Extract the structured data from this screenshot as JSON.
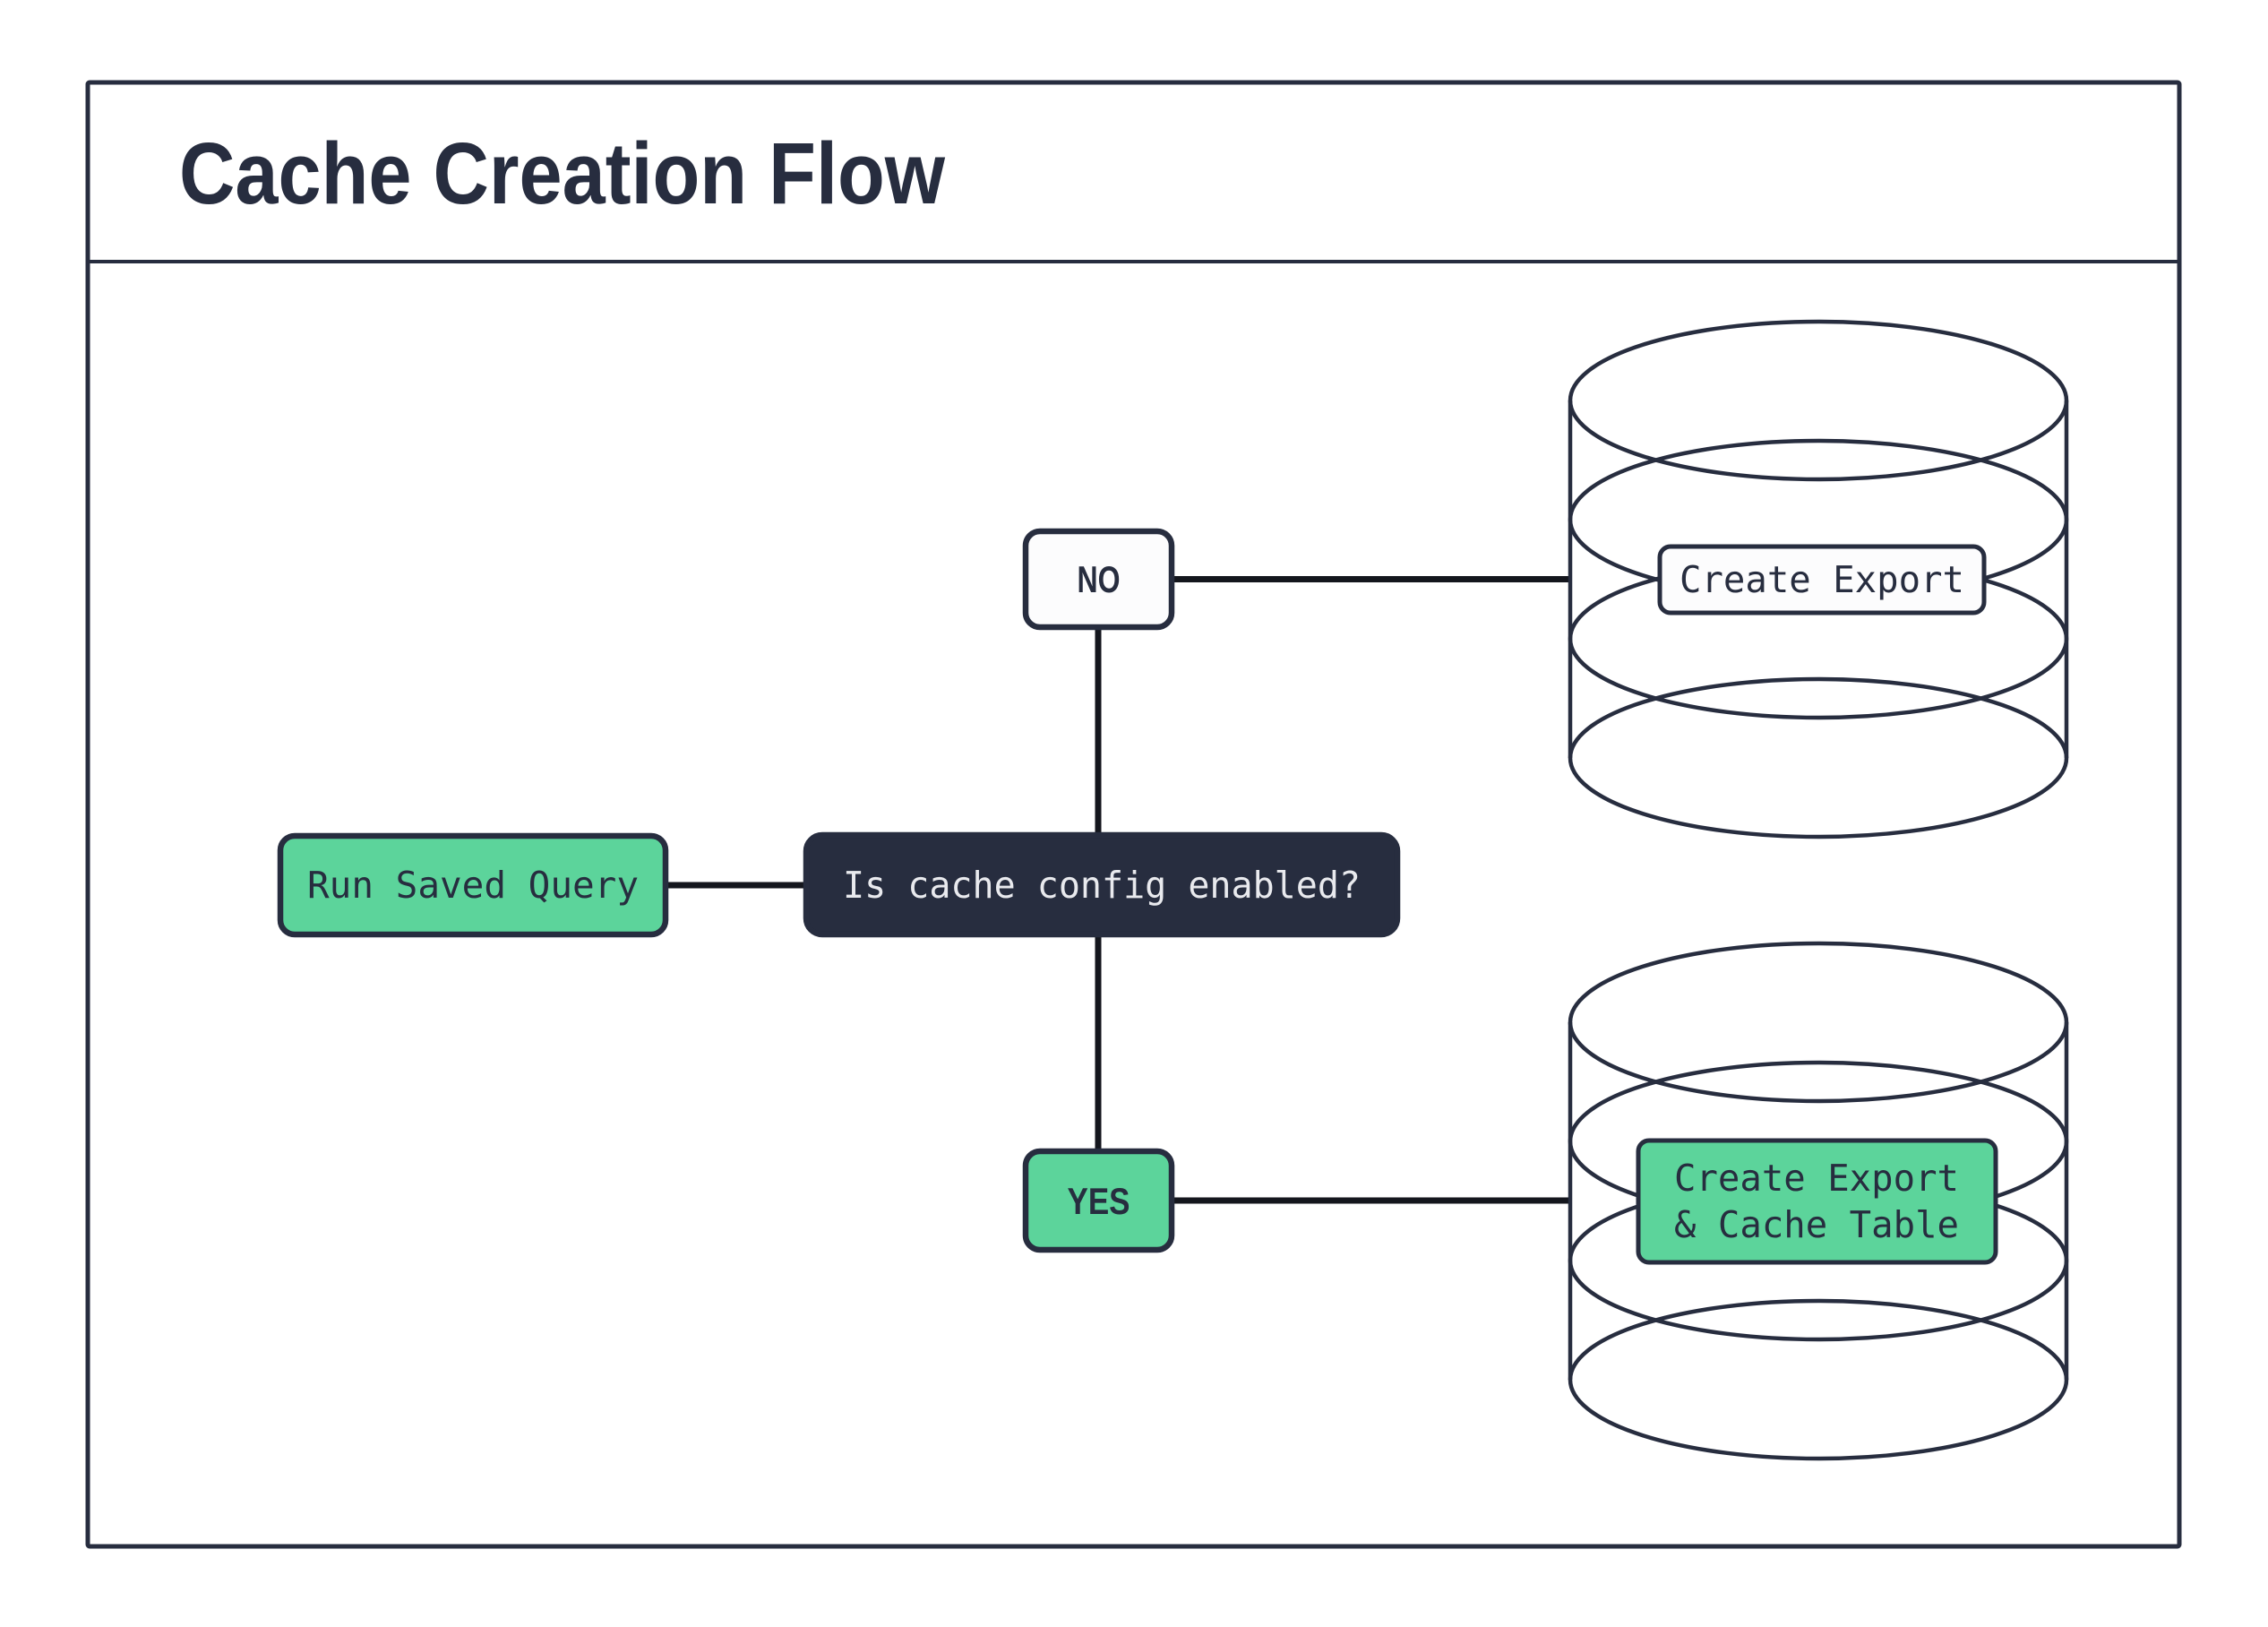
{
  "title": "Cache Creation Flow",
  "colors": {
    "navy": "#272D3F",
    "green": "#5CD49B",
    "line_black": "#14161D",
    "text_light": "#E9EAEE",
    "node_white": "#FCFCFD",
    "background": "#FFFFFF"
  },
  "nodes": {
    "run": {
      "label": "Run Saved Query"
    },
    "decision": {
      "label": "Is cache config enabled?"
    },
    "no": {
      "label": "NO"
    },
    "yes": {
      "label": "YES"
    },
    "export_label": {
      "label": "Create Export"
    },
    "export_cache_label": {
      "line1": "Create Export",
      "line2": "& Cache Table"
    }
  }
}
